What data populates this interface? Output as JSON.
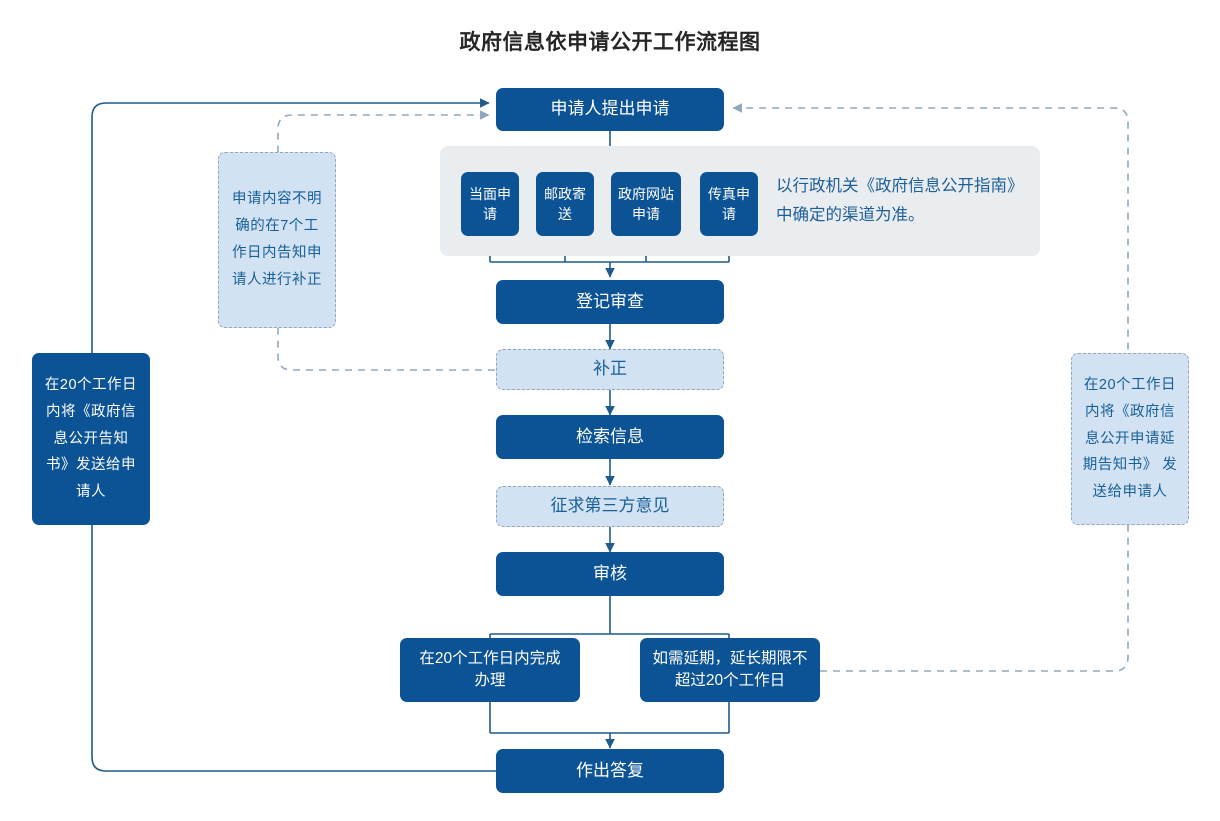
{
  "title": "政府信息依申请公开工作流程图",
  "colors": {
    "solid_fill": "#0b5394",
    "soft_fill": "#d3e2f2",
    "soft_text": "#17609b",
    "panel_fill": "#eaedf0",
    "line": "#1f5c8b",
    "dashed_line": "#8fa8bd",
    "title_text": "#262626"
  },
  "nodes": {
    "start": "申请人提出申请",
    "channels": [
      "当面申请",
      "邮政寄送",
      "政府网站申请",
      "传真申请"
    ],
    "channel_note": "以行政机关《政府信息公开指南》中确定的渠道为准。",
    "register_review": "登记审查",
    "supplement": "补正",
    "retrieve_info": "检索信息",
    "third_party": "征求第三方意见",
    "audit": "审核",
    "finish_20": "在20个工作日内完成办理",
    "extend": "如需延期，延长期限不超过20个工作日",
    "reply": "作出答复"
  },
  "annotations": {
    "left_dashed": "申请内容不明确的在7个工作日内告知申请人进行补正",
    "left_solid": "在20个工作日内将《政府信息公开告知书》发送给申请人",
    "right_dashed": "在20个工作日内将《政府信息公开申请延期告知书》 发送给申请人"
  }
}
